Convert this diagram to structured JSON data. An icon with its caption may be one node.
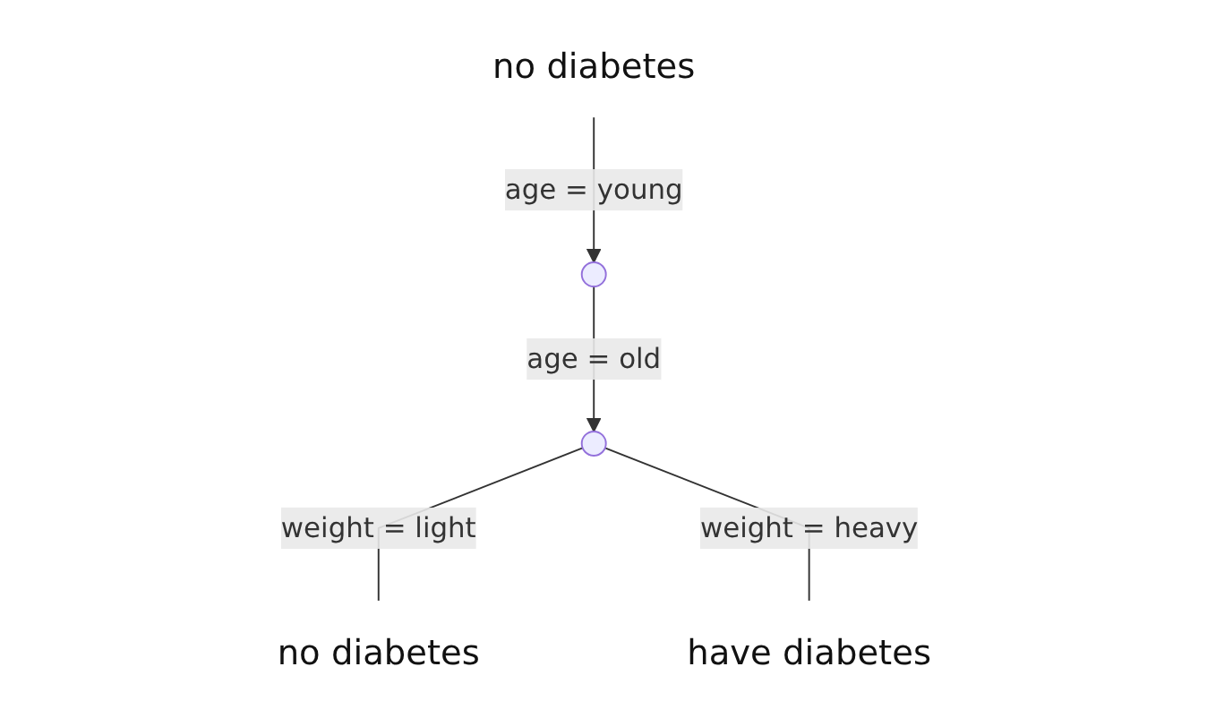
{
  "diagram": {
    "nodes": [
      {
        "text": [],
        "shape": "circle"
      },
      {
        "text": [
          "no diabetes"
        ]
      },
      {
        "text": [],
        "shape": "circle"
      },
      {
        "text": [
          "no diabetes"
        ]
      },
      {
        "text": [
          "have diabetes"
        ]
      }
    ],
    "edges": [
      {
        "from": 1,
        "to": 0,
        "arrow": "to",
        "label": "age = young"
      },
      {
        "from": 0,
        "to": 2,
        "arrow": "to",
        "label": "age = old"
      },
      {
        "from": 2,
        "to": 3,
        "arrow": "none",
        "label": "weight = light"
      },
      {
        "from": 2,
        "to": 4,
        "arrow": "none",
        "label": "weight = heavy"
      }
    ]
  }
}
